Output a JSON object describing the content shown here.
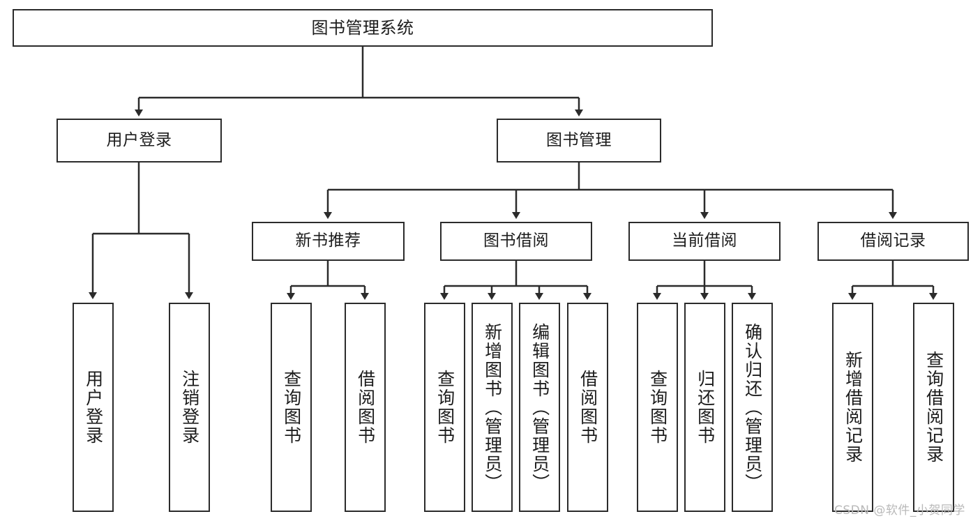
{
  "diagram": {
    "title": "图书管理系统",
    "type": "tree",
    "root": {
      "label": "图书管理系统"
    },
    "level2": [
      {
        "label": "用户登录"
      },
      {
        "label": "图书管理"
      }
    ],
    "level3": [
      {
        "label": "新书推荐"
      },
      {
        "label": "图书借阅"
      },
      {
        "label": "当前借阅"
      },
      {
        "label": "借阅记录"
      }
    ],
    "leaves": {
      "user_login": [
        {
          "label": "用户登录"
        },
        {
          "label": "注销登录"
        }
      ],
      "new_book": [
        {
          "label": "查询图书"
        },
        {
          "label": "借阅图书"
        }
      ],
      "book_borrow": [
        {
          "label": "查询图书"
        },
        {
          "label": "新增图书（管理员）"
        },
        {
          "label": "编辑图书（管理员）"
        },
        {
          "label": "借阅图书"
        }
      ],
      "current_borrow": [
        {
          "label": "查询图书"
        },
        {
          "label": "归还图书"
        },
        {
          "label": "确认归还（管理员）"
        }
      ],
      "borrow_record": [
        {
          "label": "新增借阅记录"
        },
        {
          "label": "查询借阅记录"
        }
      ]
    }
  },
  "watermark": {
    "text": "CSDN @软件_小贺同学"
  },
  "colors": {
    "stroke": "#2b2b2b",
    "background": "#ffffff",
    "text": "#1c1c1c",
    "watermark": "#b9b9b9"
  }
}
